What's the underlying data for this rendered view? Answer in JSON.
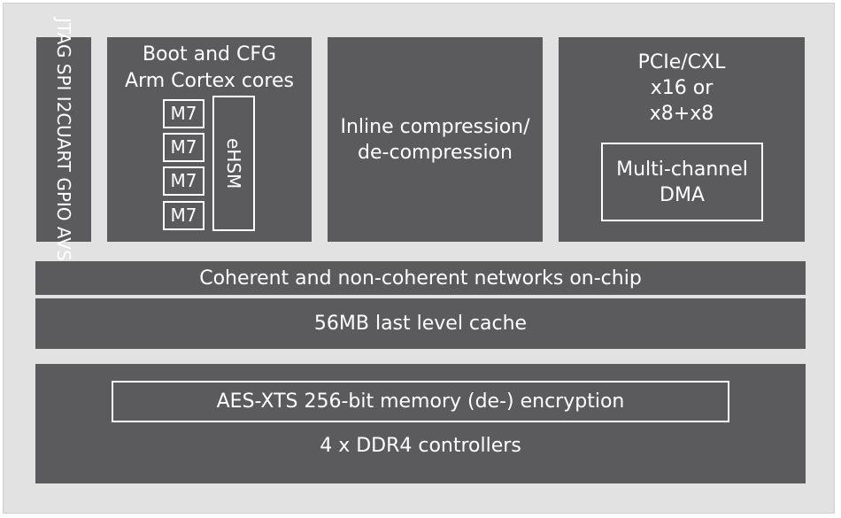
{
  "io": {
    "lines": [
      "JTAG SPI I2C",
      "UART GPIO AVS"
    ]
  },
  "boot": {
    "title": [
      "Boot and CFG",
      "Arm Cortex cores"
    ],
    "cores": [
      "M7",
      "M7",
      "M7",
      "M7"
    ],
    "hsm": "eHSM"
  },
  "inline": {
    "lines": [
      "Inline compression/",
      "de-compression"
    ]
  },
  "pcie": {
    "lines": [
      "PCIe/CXL",
      "x16 or",
      "x8+x8"
    ],
    "dma": [
      "Multi-channel",
      "DMA"
    ]
  },
  "noc": "Coherent and non-coherent networks on-chip",
  "llc": "56MB last level cache",
  "memory": {
    "encryption": "AES-XTS 256-bit memory (de-) encryption",
    "controllers": "4 x DDR4 controllers"
  },
  "colors": {
    "block": "#5b5b5e",
    "background": "#e2e2e2",
    "text": "#ffffff"
  }
}
